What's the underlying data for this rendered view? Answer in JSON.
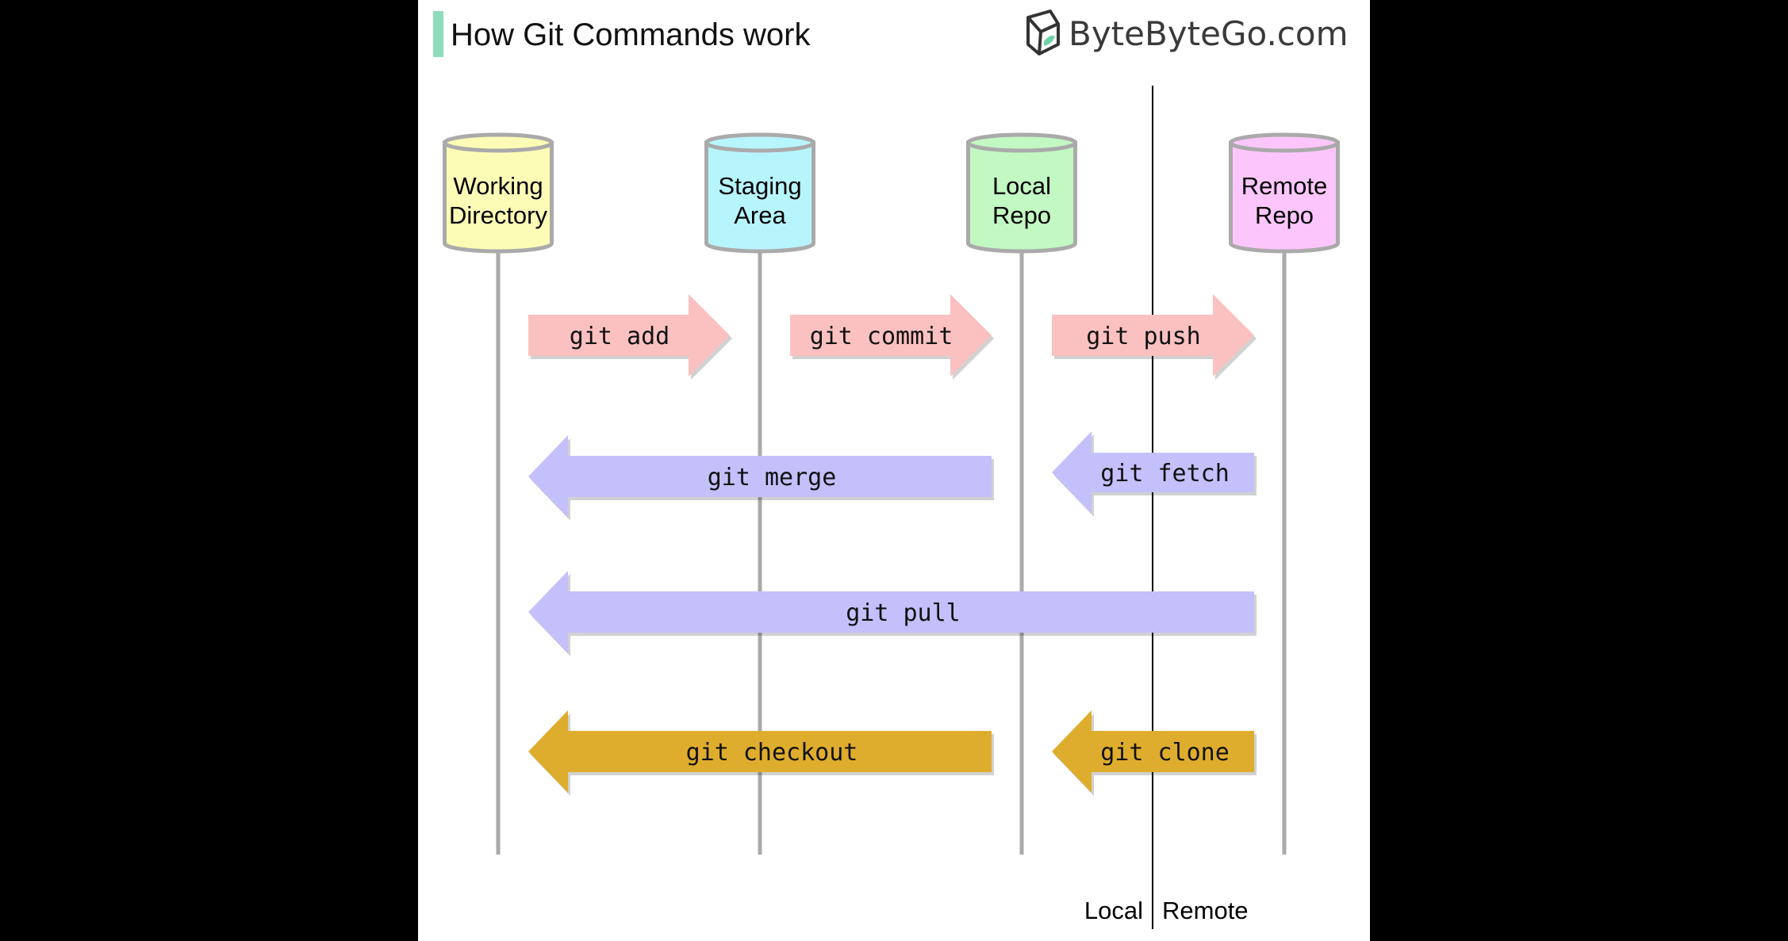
{
  "title": "How Git Commands work",
  "brand": "ByteByteGo.com",
  "colors": {
    "accent_bar": "#8fdcbd",
    "working": "#fdfcb6",
    "staging": "#b7f5fd",
    "local": "#c2f8c2",
    "remote": "#fcc6fc",
    "push_arrow": "#fbc1c1",
    "pull_arrow": "#c3c0fb",
    "checkout_arrow": "#dfad2e"
  },
  "repositories": [
    {
      "id": "working",
      "lines": [
        "Working",
        "Directory"
      ]
    },
    {
      "id": "staging",
      "lines": [
        "Staging",
        "Area"
      ]
    },
    {
      "id": "local",
      "lines": [
        "Local",
        "Repo"
      ]
    },
    {
      "id": "remote",
      "lines": [
        "Remote",
        "Repo"
      ]
    }
  ],
  "commands": [
    {
      "label": "git add",
      "from": "working",
      "to": "staging",
      "kind": "push_arrow"
    },
    {
      "label": "git commit",
      "from": "staging",
      "to": "local",
      "kind": "push_arrow"
    },
    {
      "label": "git push",
      "from": "local",
      "to": "remote",
      "kind": "push_arrow"
    },
    {
      "label": "git merge",
      "from": "local",
      "to": "working",
      "kind": "pull_arrow"
    },
    {
      "label": "git fetch",
      "from": "remote",
      "to": "local",
      "kind": "pull_arrow"
    },
    {
      "label": "git pull",
      "from": "remote",
      "to": "working",
      "kind": "pull_arrow"
    },
    {
      "label": "git checkout",
      "from": "local",
      "to": "working",
      "kind": "checkout_arrow"
    },
    {
      "label": "git clone",
      "from": "remote",
      "to": "local",
      "kind": "checkout_arrow"
    }
  ],
  "boundary": {
    "left_label": "Local",
    "right_label": "Remote"
  }
}
